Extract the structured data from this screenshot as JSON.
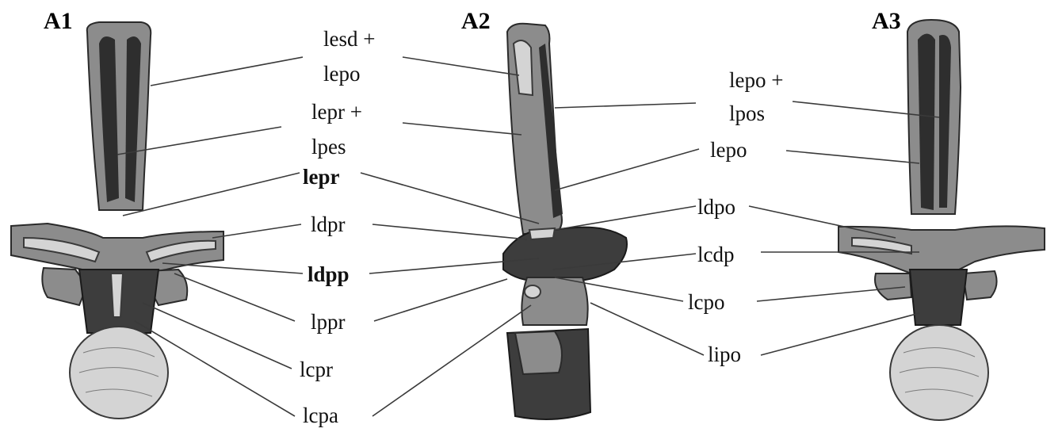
{
  "panels": [
    "A1",
    "A2",
    "A3"
  ],
  "labels": {
    "lesd_lepo_1": "lesd +",
    "lesd_lepo_2": "lepo",
    "lepr_lpes_1": "lepr +",
    "lepr_lpes_2": "lpes",
    "lepr": "lepr",
    "ldpr": "ldpr",
    "ldpp": "ldpp",
    "lppr": "lppr",
    "lcpr": "lcpr",
    "lcpa": "lcpa",
    "lepo_lpos_1": "lepo +",
    "lepo_lpos_2": "lpos",
    "lepo": "lepo",
    "ldpo": "ldpo",
    "lcdp": "lcdp",
    "lcpo": "lcpo",
    "lipo": "lipo"
  }
}
